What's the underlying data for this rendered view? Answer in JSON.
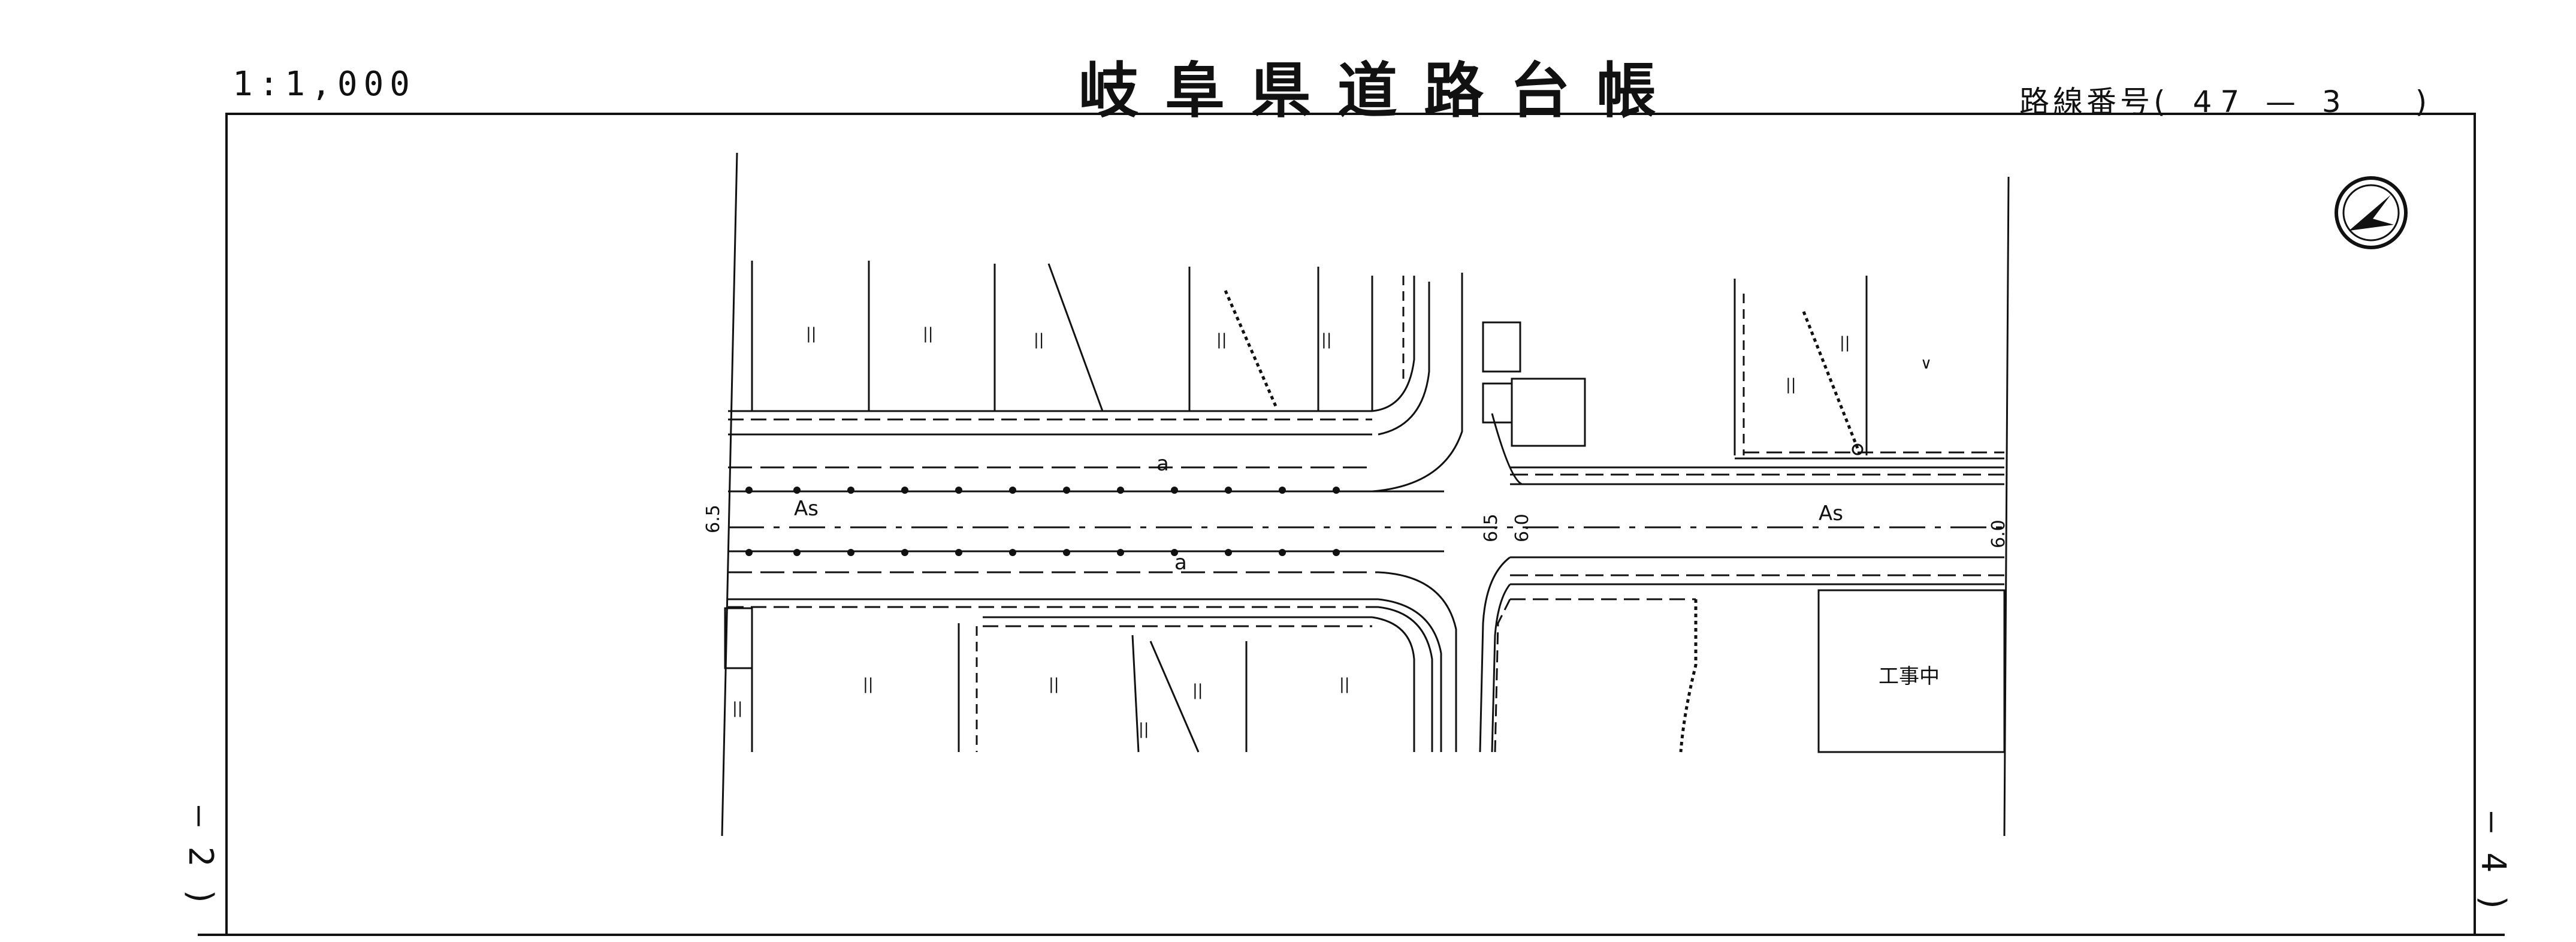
{
  "header": {
    "scale": "1:1,000",
    "title": "岐阜県道路台帳",
    "route_label": "路線番号(",
    "route_value": "47 — 3",
    "route_close": ")"
  },
  "margins": {
    "left_sheet": "— 2 )",
    "right_sheet": "— 4 )"
  },
  "map": {
    "widths": [
      "6.5",
      "6.5",
      "6.0",
      "6.0"
    ],
    "pavement_labels": [
      "As",
      "As"
    ],
    "sidewalk_labels": [
      "a",
      "a"
    ],
    "land_marks": [
      "||",
      "||",
      "||",
      "||",
      "||",
      "||",
      "||",
      "∨",
      "||",
      "||",
      "||",
      "||",
      "||",
      "||"
    ],
    "construction_label": "工事中",
    "north_arrow": "north-arrow-icon"
  },
  "colors": {
    "ink": "#111111",
    "paper": "#ffffff"
  }
}
